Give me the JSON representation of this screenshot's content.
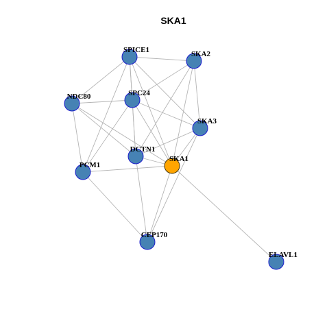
{
  "title": "SKA1",
  "colors": {
    "node_fill": "#4682b4",
    "highlight_fill": "#ffa500",
    "node_border": "#1a1acc",
    "edge": "#b4b4b4"
  },
  "nodes": [
    {
      "id": "SPICE1",
      "label": "SPICE1"
    },
    {
      "id": "SKA2",
      "label": "SKA2"
    },
    {
      "id": "NDC80",
      "label": "NDC80"
    },
    {
      "id": "SPC24",
      "label": "SPC24"
    },
    {
      "id": "SKA3",
      "label": "SKA3"
    },
    {
      "id": "DCTN1",
      "label": "DCTN1"
    },
    {
      "id": "SKA1",
      "label": "SKA1",
      "highlight": true
    },
    {
      "id": "PCM1",
      "label": "PCM1"
    },
    {
      "id": "CEP170",
      "label": "CEP170"
    },
    {
      "id": "ELAVL1",
      "label": "ELAVL1"
    }
  ],
  "edges": [
    [
      "SPICE1",
      "SKA2"
    ],
    [
      "SPICE1",
      "NDC80"
    ],
    [
      "SPICE1",
      "SPC24"
    ],
    [
      "SPICE1",
      "SKA3"
    ],
    [
      "SPICE1",
      "DCTN1"
    ],
    [
      "SPICE1",
      "SKA1"
    ],
    [
      "SPICE1",
      "PCM1"
    ],
    [
      "SKA2",
      "SPC24"
    ],
    [
      "SKA2",
      "SKA3"
    ],
    [
      "SKA2",
      "DCTN1"
    ],
    [
      "SKA2",
      "SKA1"
    ],
    [
      "NDC80",
      "SPC24"
    ],
    [
      "NDC80",
      "DCTN1"
    ],
    [
      "NDC80",
      "SKA1"
    ],
    [
      "NDC80",
      "PCM1"
    ],
    [
      "SPC24",
      "SKA3"
    ],
    [
      "SPC24",
      "DCTN1"
    ],
    [
      "SPC24",
      "SKA1"
    ],
    [
      "SPC24",
      "PCM1"
    ],
    [
      "SKA3",
      "SKA1"
    ],
    [
      "SKA3",
      "DCTN1"
    ],
    [
      "SKA3",
      "CEP170"
    ],
    [
      "DCTN1",
      "SKA1"
    ],
    [
      "DCTN1",
      "CEP170"
    ],
    [
      "SKA1",
      "PCM1"
    ],
    [
      "SKA1",
      "CEP170"
    ],
    [
      "SKA1",
      "ELAVL1"
    ],
    [
      "PCM1",
      "CEP170"
    ]
  ]
}
